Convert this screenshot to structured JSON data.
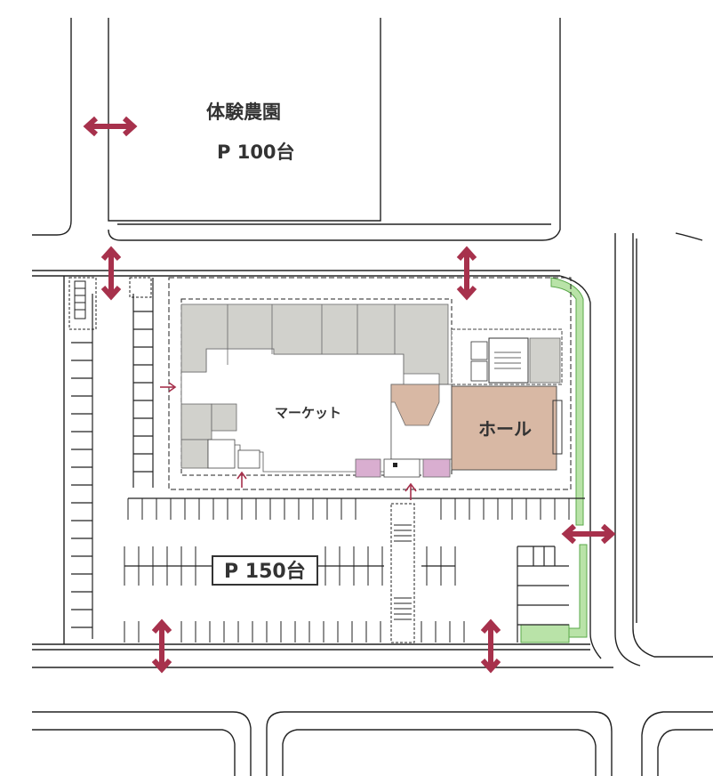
{
  "labels": {
    "farm_name": "体験農園",
    "farm_parking": "P 100台",
    "market": "マーケット",
    "hall": "ホール",
    "main_parking": "P 150台"
  },
  "colors": {
    "access_arrow": "#a7314c",
    "tenant_gray": "#d1d1cc",
    "hall_tan": "#d8b8a4",
    "kiosk_pink": "#d9aed0",
    "green_buffer": "#9fd68b",
    "road_line": "#222222"
  }
}
